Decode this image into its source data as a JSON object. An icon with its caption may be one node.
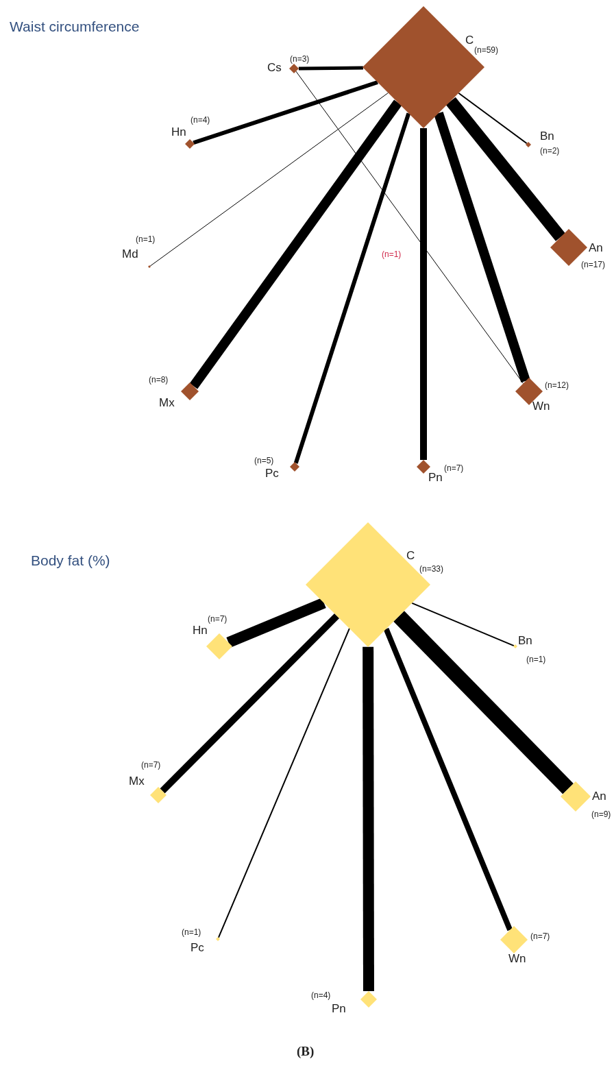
{
  "diagram": {
    "caption": "(B)",
    "nodes": [
      {
        "text": [
          "C"
        ],
        "beside": [
          "(n=59)"
        ]
      },
      {
        "text": [
          "Cs"
        ],
        "beside": [
          "(n=3)"
        ]
      },
      {
        "text": [
          "Hn"
        ],
        "beside": [
          "(n=4)"
        ]
      },
      {
        "text": [
          "Bn"
        ],
        "beside": [
          "(n=2)"
        ]
      },
      {
        "text": [
          "Md"
        ],
        "beside": [
          "(n=1)"
        ]
      },
      {
        "text": [
          "An"
        ],
        "beside": [
          "(n=17)"
        ]
      },
      {
        "text": [
          "Mx"
        ],
        "beside": [
          "(n=8)"
        ]
      },
      {
        "text": [
          "Wn"
        ],
        "beside": [
          "(n=12)"
        ]
      },
      {
        "text": [
          "Pc"
        ],
        "beside": [
          "(n=5)"
        ]
      },
      {
        "text": [
          "Pn"
        ],
        "beside": [
          "(n=7)"
        ]
      },
      {
        "text": [
          "C"
        ],
        "beside": [
          "(n=33)"
        ]
      },
      {
        "text": [
          "Hn"
        ],
        "beside": [
          "(n=7)"
        ]
      },
      {
        "text": [
          "Bn"
        ],
        "beside": [
          "(n=1)"
        ]
      },
      {
        "text": [
          "Mx"
        ],
        "beside": [
          "(n=7)"
        ]
      },
      {
        "text": [
          "An"
        ],
        "beside": [
          "(n=9)"
        ]
      },
      {
        "text": [
          "Pc"
        ],
        "beside": [
          "(n=1)"
        ]
      },
      {
        "text": [
          "Wn"
        ],
        "beside": [
          "(n=7)"
        ]
      },
      {
        "text": [
          "Pn"
        ],
        "beside": [
          "(n=4)"
        ]
      }
    ],
    "edges": [
      {
        "from": 0,
        "to": 1,
        "arrow": "none"
      },
      {
        "from": 0,
        "to": 2,
        "arrow": "none"
      },
      {
        "from": 0,
        "to": 3,
        "arrow": "none"
      },
      {
        "from": 0,
        "to": 4,
        "arrow": "none"
      },
      {
        "from": 0,
        "to": 5,
        "arrow": "none",
        "style": "thick"
      },
      {
        "from": 0,
        "to": 6,
        "arrow": "none"
      },
      {
        "from": 0,
        "to": 7,
        "arrow": "none"
      },
      {
        "from": 0,
        "to": 8,
        "arrow": "none"
      },
      {
        "from": 0,
        "to": 9,
        "arrow": "none"
      },
      {
        "from": 1,
        "to": 7,
        "arrow": "none",
        "label": "(n=1)"
      },
      {
        "from": 10,
        "to": 11,
        "arrow": "none",
        "style": "thick"
      },
      {
        "from": 10,
        "to": 12,
        "arrow": "none"
      },
      {
        "from": 10,
        "to": 13,
        "arrow": "none"
      },
      {
        "from": 10,
        "to": 14,
        "arrow": "none",
        "style": "thick"
      },
      {
        "from": 10,
        "to": 15,
        "arrow": "none"
      },
      {
        "from": 10,
        "to": 16,
        "arrow": "none"
      },
      {
        "from": 10,
        "to": 17,
        "arrow": "none",
        "style": "thick"
      }
    ],
    "labels": [
      "Waist circumference",
      "Body fat (%)"
    ]
  }
}
